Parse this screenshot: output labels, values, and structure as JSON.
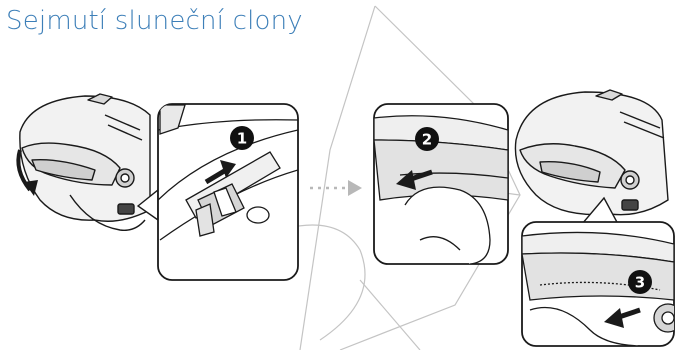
{
  "page": {
    "title": "Sejmutí sluneční clony"
  },
  "steps": [
    {
      "number": "1",
      "description_icon": "sun-visor-switch-slide-up"
    },
    {
      "number": "2",
      "description_icon": "sun-visor-pull-forward"
    },
    {
      "number": "3",
      "description_icon": "sun-visor-pull-out-side"
    }
  ],
  "colors": {
    "title": "#3d7fb8",
    "line": "#1a1a1a",
    "badge": "#111111",
    "watermark": "#bdbdbd",
    "connector": "#b8b8b8"
  }
}
